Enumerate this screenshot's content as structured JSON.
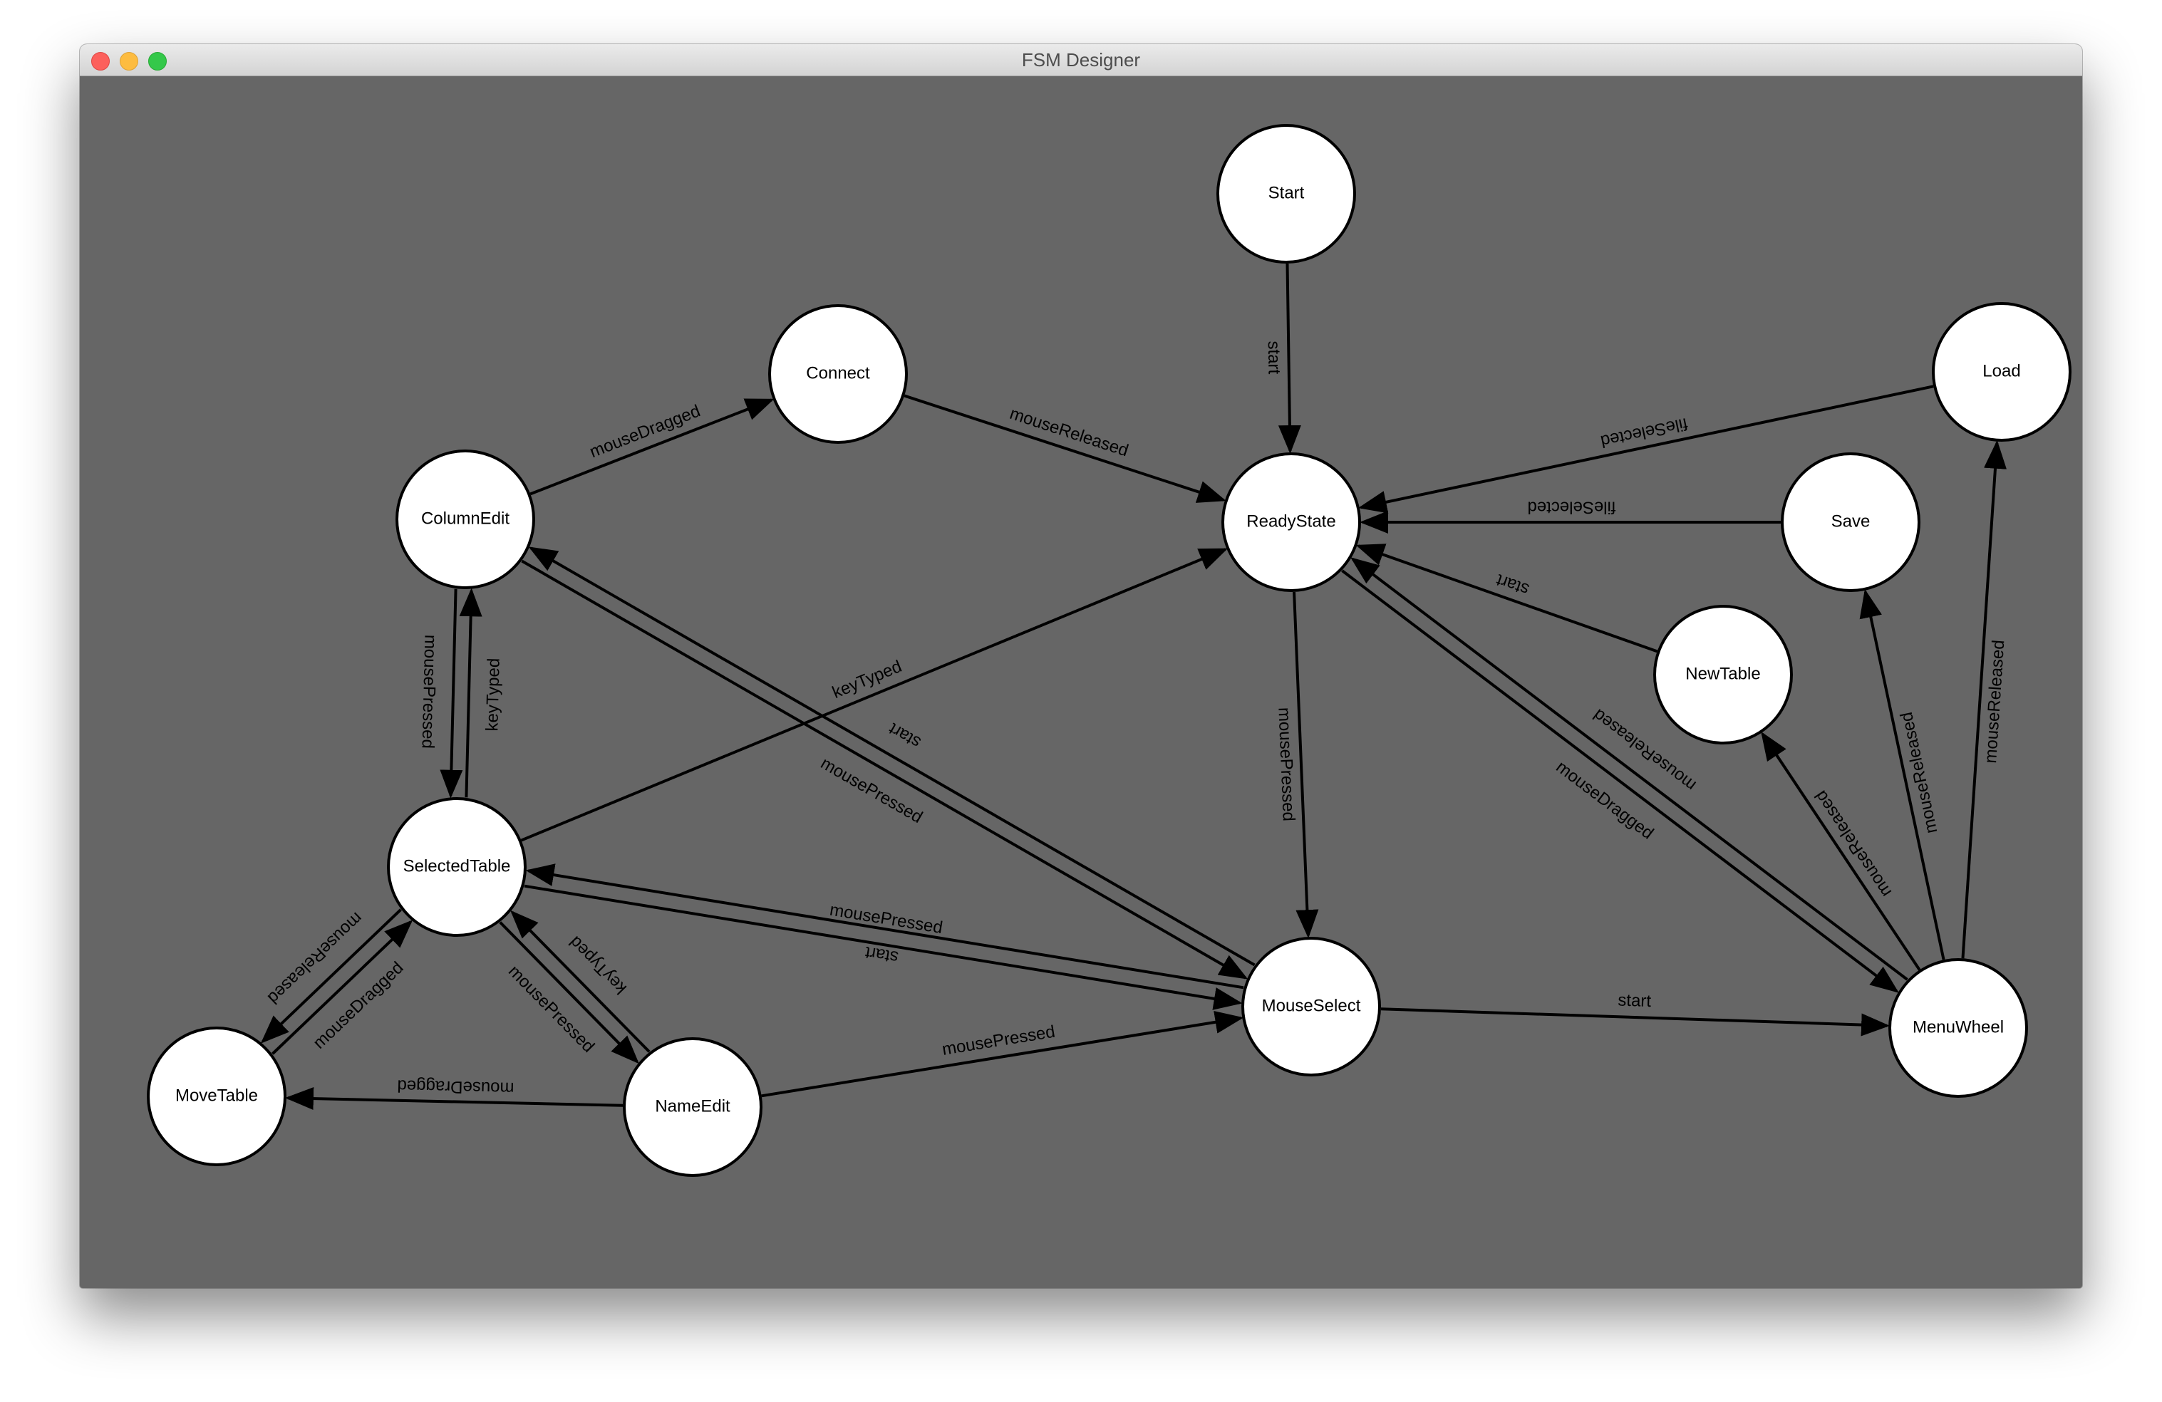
{
  "window": {
    "title": "FSM Designer"
  },
  "icons": {
    "close": "close-icon",
    "minimize": "minimize-icon",
    "maximize": "maximize-icon"
  },
  "colors": {
    "canvas_background": "#666666",
    "state_fill": "#ffffff",
    "edge_stroke": "#000000",
    "close_button": "#fc605c",
    "minimize_button": "#fdbc40",
    "maximize_button": "#34c84a"
  },
  "states": [
    {
      "id": "start",
      "label": "Start"
    },
    {
      "id": "connect",
      "label": "Connect"
    },
    {
      "id": "load",
      "label": "Load"
    },
    {
      "id": "column-edit",
      "label": "ColumnEdit"
    },
    {
      "id": "ready-state",
      "label": "ReadyState"
    },
    {
      "id": "save",
      "label": "Save"
    },
    {
      "id": "new-table",
      "label": "NewTable"
    },
    {
      "id": "selected-table",
      "label": "SelectedTable"
    },
    {
      "id": "mouse-select",
      "label": "MouseSelect"
    },
    {
      "id": "menu-wheel",
      "label": "MenuWheel"
    },
    {
      "id": "move-table",
      "label": "MoveTable"
    },
    {
      "id": "name-edit",
      "label": "NameEdit"
    }
  ],
  "transitions": [
    {
      "from": "start",
      "to": "ready-state",
      "label": "start"
    },
    {
      "from": "column-edit",
      "to": "connect",
      "label": "mouseDragged"
    },
    {
      "from": "connect",
      "to": "ready-state",
      "label": "mouseReleased"
    },
    {
      "from": "load",
      "to": "ready-state",
      "label": "fileSelected"
    },
    {
      "from": "save",
      "to": "ready-state",
      "label": "fileSelected"
    },
    {
      "from": "new-table",
      "to": "ready-state",
      "label": "start"
    },
    {
      "from": "menu-wheel",
      "to": "ready-state",
      "label": "mouseReleased"
    },
    {
      "from": "ready-state",
      "to": "menu-wheel",
      "label": "mouseDragged"
    },
    {
      "from": "ready-state",
      "to": "mouse-select",
      "label": "mousePressed"
    },
    {
      "from": "selected-table",
      "to": "ready-state",
      "label": "keyTyped"
    },
    {
      "from": "column-edit",
      "to": "mouse-select",
      "label": "mousePressed"
    },
    {
      "from": "mouse-select",
      "to": "column-edit",
      "label": "start"
    },
    {
      "from": "column-edit",
      "to": "selected-table",
      "label": "mousePressed"
    },
    {
      "from": "selected-table",
      "to": "column-edit",
      "label": "keyTyped"
    },
    {
      "from": "selected-table",
      "to": "mouse-select",
      "label": "mousePressed"
    },
    {
      "from": "mouse-select",
      "to": "selected-table",
      "label": "start"
    },
    {
      "from": "selected-table",
      "to": "move-table",
      "label": "mouseReleased"
    },
    {
      "from": "move-table",
      "to": "selected-table",
      "label": "mouseDragged"
    },
    {
      "from": "selected-table",
      "to": "name-edit",
      "label": "mousePressed"
    },
    {
      "from": "name-edit",
      "to": "selected-table",
      "label": "keyTyped"
    },
    {
      "from": "name-edit",
      "to": "move-table",
      "label": "mouseDragged"
    },
    {
      "from": "name-edit",
      "to": "mouse-select",
      "label": "mousePressed"
    },
    {
      "from": "mouse-select",
      "to": "menu-wheel",
      "label": "start"
    },
    {
      "from": "menu-wheel",
      "to": "new-table",
      "label": "mouseReleased"
    },
    {
      "from": "menu-wheel",
      "to": "save",
      "label": "mouseReleased"
    },
    {
      "from": "menu-wheel",
      "to": "load",
      "label": "mouseReleased"
    }
  ]
}
